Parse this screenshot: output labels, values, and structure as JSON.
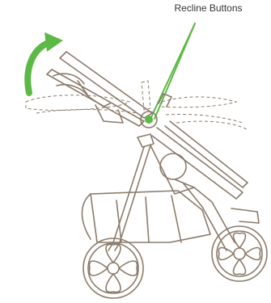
{
  "callout": {
    "label": "Recline Buttons"
  },
  "colors": {
    "accent": "#5db946",
    "line": "#8b7b6b",
    "background": "#ffffff"
  },
  "icons": {
    "arrow": "curved-recline-arrow",
    "button": "recline-button-dot"
  }
}
